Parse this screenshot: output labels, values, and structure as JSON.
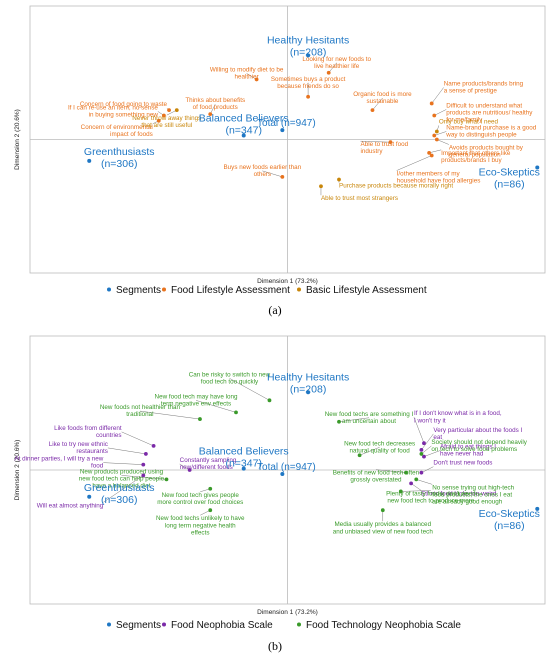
{
  "colors": {
    "segment": "#1f77c4",
    "food_lifestyle": "#e8731e",
    "basic_lifestyle": "#c8860a",
    "neophobia": "#7b2aa8",
    "tech_neophobia": "#3a9a2a",
    "axis": "#bbbbbb"
  },
  "chart_data": [
    {
      "type": "scatter",
      "panel": "(a)",
      "xlabel": "Dimension 1 (73.2%)",
      "ylabel": "Dimension 2 (20.6%)",
      "xlim": [
        -1,
        1
      ],
      "ylim": [
        -1,
        1
      ],
      "grid": false,
      "legend_position": "bottom",
      "legend": [
        "Segments",
        "Food Lifestyle Assessment",
        "Basic Lifestyle Assessment"
      ],
      "segments": [
        {
          "label": "Healthy Hesitants\n(n=208)",
          "x": 0.08,
          "y": 0.63
        },
        {
          "label": "Balanced Believers\n(n=347)",
          "x": -0.17,
          "y": 0.03
        },
        {
          "label": "Greenthusiasts\n(n=306)",
          "x": -0.77,
          "y": -0.16
        },
        {
          "label": "Eco-Skeptics\n(n=86)",
          "x": 0.97,
          "y": -0.21
        },
        {
          "label": "Total (n=947)",
          "x": -0.02,
          "y": 0.07
        }
      ],
      "food_lifestyle": [
        {
          "label": "Concern of food going to waste",
          "x": -0.46,
          "y": 0.22
        },
        {
          "label": "If I can re-use an item, no sense\nin buying something new",
          "x": -0.48,
          "y": 0.18
        },
        {
          "label": "Concern of environmental\nimpact of foods",
          "x": -0.5,
          "y": 0.14
        },
        {
          "label": "Thinks about benefits\nof food products",
          "x": -0.3,
          "y": 0.19
        },
        {
          "label": "Willing to modify diet to be\nhealthier",
          "x": -0.12,
          "y": 0.45
        },
        {
          "label": "Looking for new foods to\nlive healthier life",
          "x": 0.16,
          "y": 0.5
        },
        {
          "label": "Sometimes buys a product\nbecause friends do so",
          "x": 0.08,
          "y": 0.32
        },
        {
          "label": "Organic food is more\nsustainable",
          "x": 0.33,
          "y": 0.22
        },
        {
          "label": "Name products/brands bring\na sense of prestige",
          "x": 0.56,
          "y": 0.27
        },
        {
          "label": "Difficult to understand what\nproducts are nutritious/ healthy\nfor me/family",
          "x": 0.57,
          "y": 0.18
        },
        {
          "label": "Name-brand purchase is a good\nway to distinguish people",
          "x": 0.57,
          "y": 0.03
        },
        {
          "label": "Avoids products bought by\ngeneral population",
          "x": 0.58,
          "y": 0.0
        },
        {
          "label": "Important that others like\nproducts/brands I buy",
          "x": 0.55,
          "y": -0.1
        },
        {
          "label": "Able to trust food\nindustry",
          "x": 0.4,
          "y": -0.02
        },
        {
          "label": "I/other members of my\nhousehold have food allergies",
          "x": 0.56,
          "y": -0.12
        },
        {
          "label": "Buys new foods earlier than\nothers",
          "x": -0.02,
          "y": -0.28
        }
      ],
      "basic_lifestyle": [
        {
          "label": "Never throw away things\nthat are still useful",
          "x": -0.43,
          "y": 0.22
        },
        {
          "label": "Only buy what I need",
          "x": 0.58,
          "y": 0.06
        },
        {
          "label": "Purchase products because morally right",
          "x": 0.2,
          "y": -0.3
        },
        {
          "label": "Able to trust most strangers",
          "x": 0.13,
          "y": -0.35
        }
      ]
    },
    {
      "type": "scatter",
      "panel": "(b)",
      "xlabel": "Dimension 1 (73.2%)",
      "ylabel": "Dimension 2 (20.6%)",
      "xlim": [
        -1,
        1
      ],
      "ylim": [
        -1,
        1
      ],
      "grid": false,
      "legend_position": "bottom",
      "legend": [
        "Segments",
        "Food Neophobia Scale",
        "Food Technology Neophobia Scale"
      ],
      "segments": [
        {
          "label": "Healthy Hesitants\n(n=208)",
          "x": 0.08,
          "y": 0.58
        },
        {
          "label": "Balanced Believers\n(n=347)",
          "x": -0.17,
          "y": 0.01
        },
        {
          "label": "Greenthusiasts\n(n=306)",
          "x": -0.77,
          "y": -0.2
        },
        {
          "label": "Eco-Skeptics\n(n=86)",
          "x": 0.97,
          "y": -0.29
        },
        {
          "label": "Total (n=947)",
          "x": -0.02,
          "y": -0.03
        }
      ],
      "neophobia": [
        {
          "label": "If I don't know what is in a food,\nI won't try it",
          "x": 0.53,
          "y": 0.2
        },
        {
          "label": "Very particular about the foods I\neat",
          "x": 0.52,
          "y": 0.15
        },
        {
          "label": "Afraid to eat things I\nhave never had",
          "x": 0.53,
          "y": 0.1
        },
        {
          "label": "Don't trust new foods",
          "x": 0.52,
          "y": -0.02
        },
        {
          "label": "Ethnic food looks too weird",
          "x": 0.48,
          "y": -0.1
        },
        {
          "label": "Like foods from different\ncountries",
          "x": -0.52,
          "y": 0.18
        },
        {
          "label": "Like to try new ethnic\nrestaurants",
          "x": -0.55,
          "y": 0.12
        },
        {
          "label": "At dinner parties, I will try a new\nfood",
          "x": -0.56,
          "y": 0.04
        },
        {
          "label": "Constantly sampling\nnew/different foods",
          "x": -0.38,
          "y": 0.0
        },
        {
          "label": "Will eat almost anything",
          "x": -0.56,
          "y": -0.04
        }
      ],
      "tech_neophobia": [
        {
          "label": "Can be risky to switch to new\nfood tech too quickly",
          "x": -0.07,
          "y": 0.52
        },
        {
          "label": "New food tech may have long\nterm negative env effects",
          "x": -0.2,
          "y": 0.43
        },
        {
          "label": "New foods not healthier than\ntraditional",
          "x": -0.34,
          "y": 0.38
        },
        {
          "label": "New food techs are something I\nam uncertain about",
          "x": 0.2,
          "y": 0.36
        },
        {
          "label": "New food tech decreases\nnatural quality of food",
          "x": 0.28,
          "y": 0.11
        },
        {
          "label": "Society should not depend heavily\non tech to solve food problems",
          "x": 0.52,
          "y": 0.12
        },
        {
          "label": "New products produced using\nnew food tech can help people\nhave a balanced diet",
          "x": -0.47,
          "y": -0.07
        },
        {
          "label": "New food tech gives people\nmore control over food choices",
          "x": -0.3,
          "y": -0.14
        },
        {
          "label": "New food techs unlikely to have\nlong term negative health\neffects",
          "x": -0.3,
          "y": -0.3
        },
        {
          "label": "Benefits of new food tech often\ngrossly overstated",
          "x": 0.46,
          "y": -0.02
        },
        {
          "label": "No sense trying out high-tech\nfood products, the ones I eat\nare already good enough",
          "x": 0.5,
          "y": -0.07
        },
        {
          "label": "Plenty of tasty foods, don't need\nnew food tech to produce more",
          "x": 0.44,
          "y": -0.16
        },
        {
          "label": "Media usually provides a balanced\nand unbiased view of new food tech",
          "x": 0.37,
          "y": -0.3
        }
      ]
    }
  ]
}
